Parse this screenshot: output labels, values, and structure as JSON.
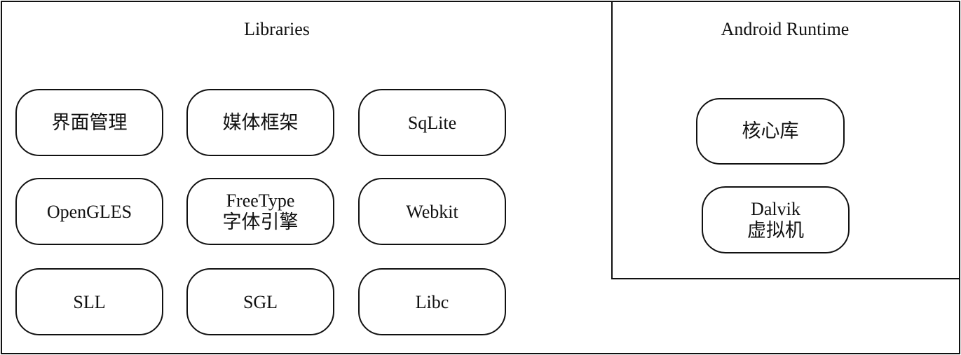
{
  "libraries": {
    "title": "Libraries",
    "items": [
      {
        "label": "界面管理"
      },
      {
        "label": "媒体框架"
      },
      {
        "label": "SqLite"
      },
      {
        "label": "OpenGLES"
      },
      {
        "label": "FreeType",
        "label2": "字体引擎"
      },
      {
        "label": "Webkit"
      },
      {
        "label": "SLL"
      },
      {
        "label": "SGL"
      },
      {
        "label": "Libc"
      }
    ]
  },
  "runtime": {
    "title": "Android Runtime",
    "items": [
      {
        "label": "核心库"
      },
      {
        "label": "Dalvik",
        "label2": "虚拟机"
      }
    ]
  }
}
